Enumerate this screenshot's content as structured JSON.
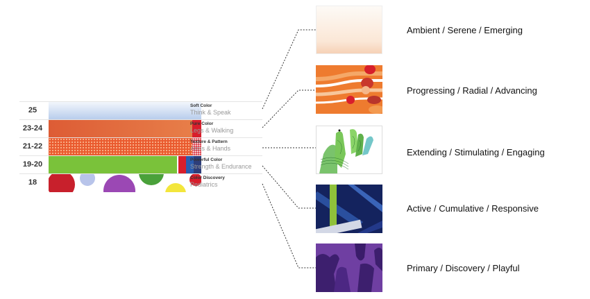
{
  "levels": [
    {
      "range": "25",
      "title": "Soft Color",
      "subtitle": "Think & Speak"
    },
    {
      "range": "23-24",
      "title": "Pure Color",
      "subtitle": "Legs & Walking"
    },
    {
      "range": "21-22",
      "title": "Texture & Pattern",
      "subtitle": "Arms & Hands"
    },
    {
      "range": "19-20",
      "title": "Powerful Color",
      "subtitle": "Strength & Endurance"
    },
    {
      "range": "18",
      "title": "Color Discovery",
      "subtitle": "Pediatrics"
    }
  ],
  "themes": [
    {
      "caption": "Ambient / Serene / Emerging"
    },
    {
      "caption": "Progressing / Radial / Advancing"
    },
    {
      "caption": "Extending / Stimulating / Engaging"
    },
    {
      "caption": "Active / Cumulative / Responsive"
    },
    {
      "caption": "Primary / Discovery / Playful"
    }
  ],
  "colors": {
    "soft": "#c6d6ee",
    "pure": "#e06a3a",
    "texture": "#ea5a2e",
    "powerful": "#7ac23a",
    "accent_red": "#d81e2c",
    "accent_blue": "#2a5db0",
    "navy": "#0e2460",
    "purple": "#6b3a99"
  }
}
